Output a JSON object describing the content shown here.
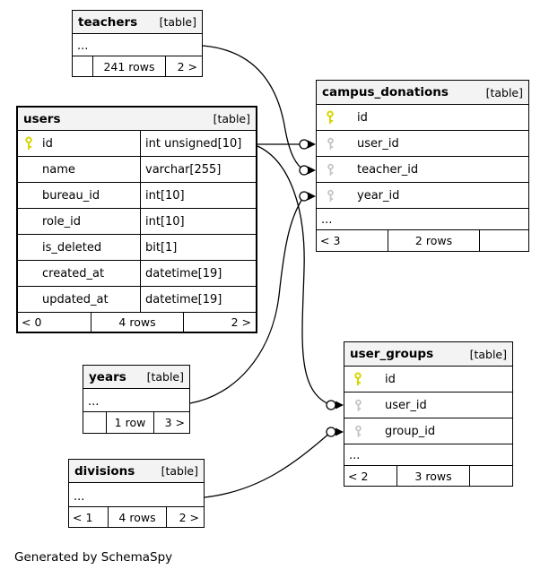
{
  "diagram": {
    "generator_note": "Generated by SchemaSpy"
  },
  "colors": {
    "primary_key": "#d6d600",
    "foreign_key": "#c4c4c4",
    "header_bg": "#f3f3f3",
    "border": "#000000",
    "line": "#000000"
  },
  "tables": {
    "teachers": {
      "title": "teachers",
      "tag": "[table]",
      "ellipsis": "...",
      "footer": {
        "left": "",
        "rows": "241 rows",
        "right": "2 >"
      }
    },
    "users": {
      "title": "users",
      "tag": "[table]",
      "columns": [
        {
          "name": "id",
          "type": "int unsigned[10]",
          "key": "primary"
        },
        {
          "name": "name",
          "type": "varchar[255]",
          "key": ""
        },
        {
          "name": "bureau_id",
          "type": "int[10]",
          "key": ""
        },
        {
          "name": "role_id",
          "type": "int[10]",
          "key": ""
        },
        {
          "name": "is_deleted",
          "type": "bit[1]",
          "key": ""
        },
        {
          "name": "created_at",
          "type": "datetime[19]",
          "key": ""
        },
        {
          "name": "updated_at",
          "type": "datetime[19]",
          "key": ""
        }
      ],
      "footer": {
        "left": "< 0",
        "rows": "4 rows",
        "right": "2 >"
      }
    },
    "campus_donations": {
      "title": "campus_donations",
      "tag": "[table]",
      "ellipsis": "...",
      "columns": [
        {
          "name": "id",
          "key": "primary"
        },
        {
          "name": "user_id",
          "key": "foreign"
        },
        {
          "name": "teacher_id",
          "key": "foreign"
        },
        {
          "name": "year_id",
          "key": "foreign"
        }
      ],
      "footer": {
        "left": "< 3",
        "rows": "2 rows",
        "right": ""
      }
    },
    "user_groups": {
      "title": "user_groups",
      "tag": "[table]",
      "ellipsis": "...",
      "columns": [
        {
          "name": "id",
          "key": "primary"
        },
        {
          "name": "user_id",
          "key": "foreign"
        },
        {
          "name": "group_id",
          "key": "foreign"
        }
      ],
      "footer": {
        "left": "< 2",
        "rows": "3 rows",
        "right": ""
      }
    },
    "years": {
      "title": "years",
      "tag": "[table]",
      "ellipsis": "...",
      "footer": {
        "left": "",
        "rows": "1 row",
        "right": "3 >"
      }
    },
    "divisions": {
      "title": "divisions",
      "tag": "[table]",
      "ellipsis": "...",
      "footer": {
        "left": "< 1",
        "rows": "4 rows",
        "right": "2 >"
      }
    }
  },
  "relationships": [
    {
      "parent": "teachers",
      "child": "campus_donations.teacher_id"
    },
    {
      "parent": "users.id",
      "child": "campus_donations.user_id"
    },
    {
      "parent": "years",
      "child": "campus_donations.year_id"
    },
    {
      "parent": "users.id",
      "child": "user_groups.user_id"
    },
    {
      "parent": "divisions",
      "child": "user_groups.group_id"
    }
  ]
}
